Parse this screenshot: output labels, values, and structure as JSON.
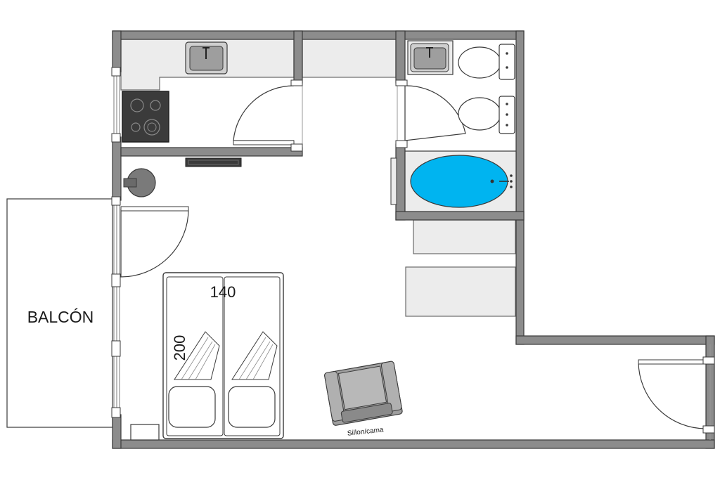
{
  "labels": {
    "balcony": "BALCÓN",
    "bed_width": "140",
    "bed_length": "200",
    "armchair": "Sillon/cama"
  },
  "colors": {
    "wall": "#8c8c8c",
    "bathtub_water": "#00b4f0",
    "counter": "#ececec"
  }
}
